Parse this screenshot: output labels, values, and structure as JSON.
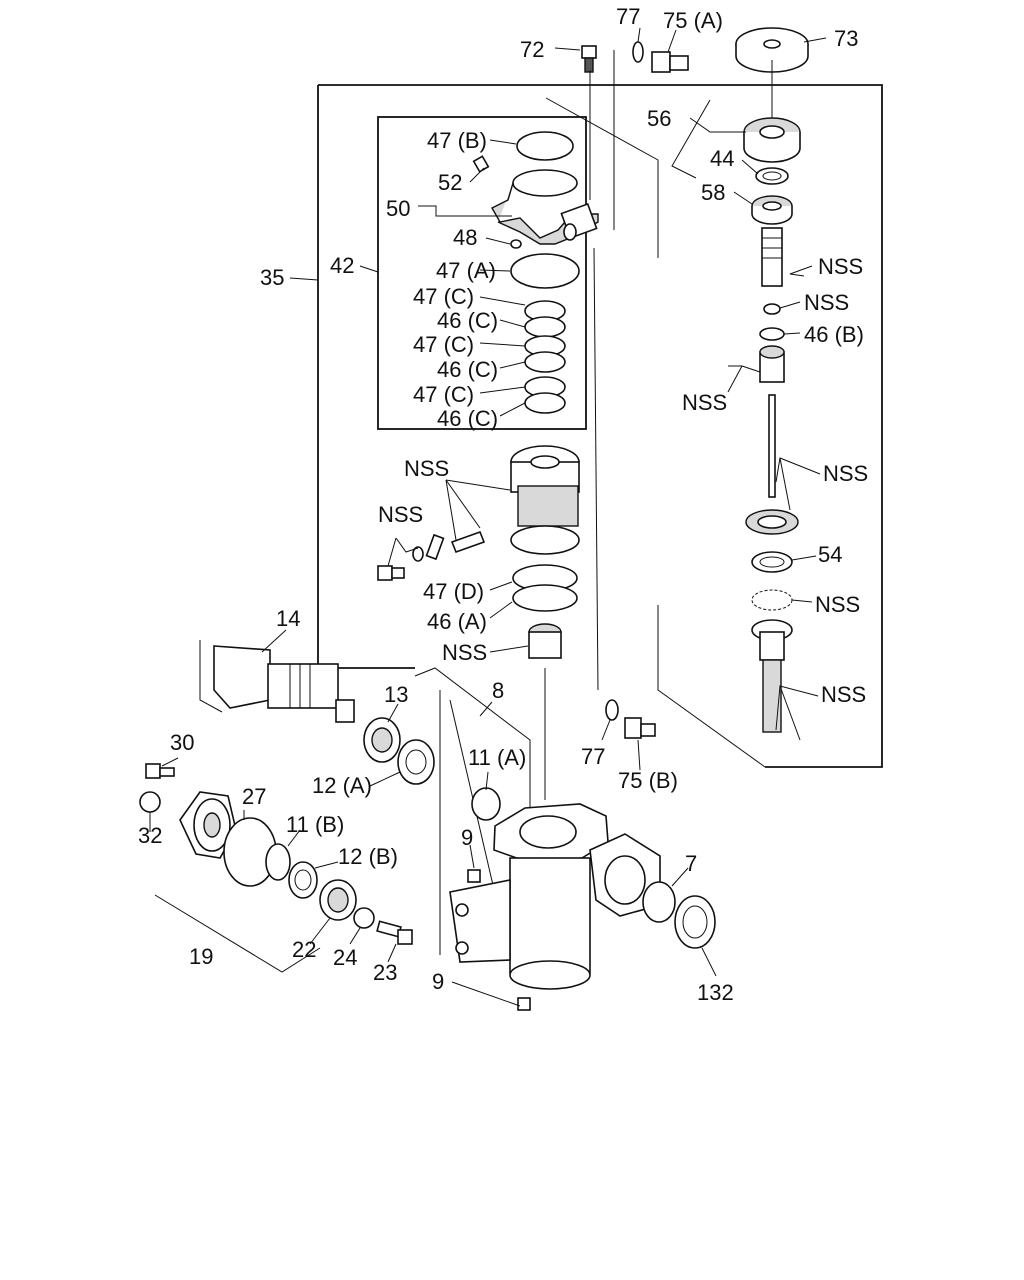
{
  "diagram": {
    "labels": [
      "72",
      "77",
      "75 (A)",
      "73",
      "56",
      "44",
      "58",
      "47 (B)",
      "52",
      "50",
      "48",
      "35",
      "42",
      "47 (A)",
      "47 (C)",
      "46 (C)",
      "47 (C)",
      "46 (C)",
      "47 (C)",
      "46 (C)",
      "NSS",
      "NSS",
      "46 (B)",
      "NSS",
      "NSS",
      "NSS",
      "NSS",
      "54",
      "NSS",
      "47 (D)",
      "46 (A)",
      "NSS",
      "NSS",
      "14",
      "13",
      "8",
      "77",
      "75 (B)",
      "30",
      "12 (A)",
      "11 (A)",
      "27",
      "32",
      "11 (B)",
      "12 (B)",
      "9",
      "7",
      "19",
      "22",
      "24",
      "23",
      "9",
      "132"
    ]
  }
}
